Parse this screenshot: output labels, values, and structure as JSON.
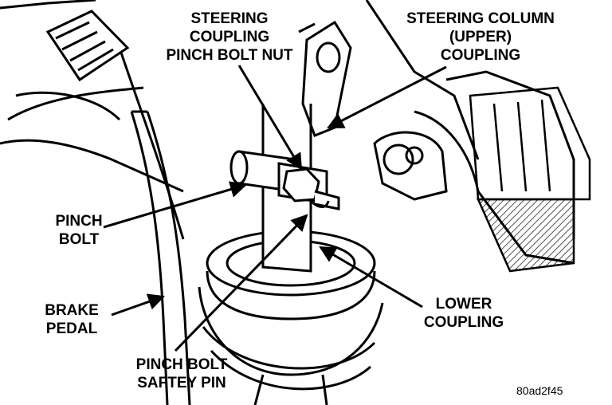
{
  "labels": {
    "pinch_bolt_nut": [
      "STEERING",
      "COUPLING",
      "PINCH BOLT NUT"
    ],
    "column_coupling": [
      "STEERING COLUMN",
      "(UPPER)",
      "COUPLING"
    ],
    "pinch_bolt": [
      "PINCH",
      "BOLT"
    ],
    "brake_pedal": [
      "BRAKE",
      "PEDAL"
    ],
    "lower_coupling": [
      "LOWER",
      "COUPLING"
    ],
    "safety_pin": [
      "PINCH BOLT",
      "SAFTEY PIN"
    ]
  },
  "figure_id": "80ad2f45"
}
